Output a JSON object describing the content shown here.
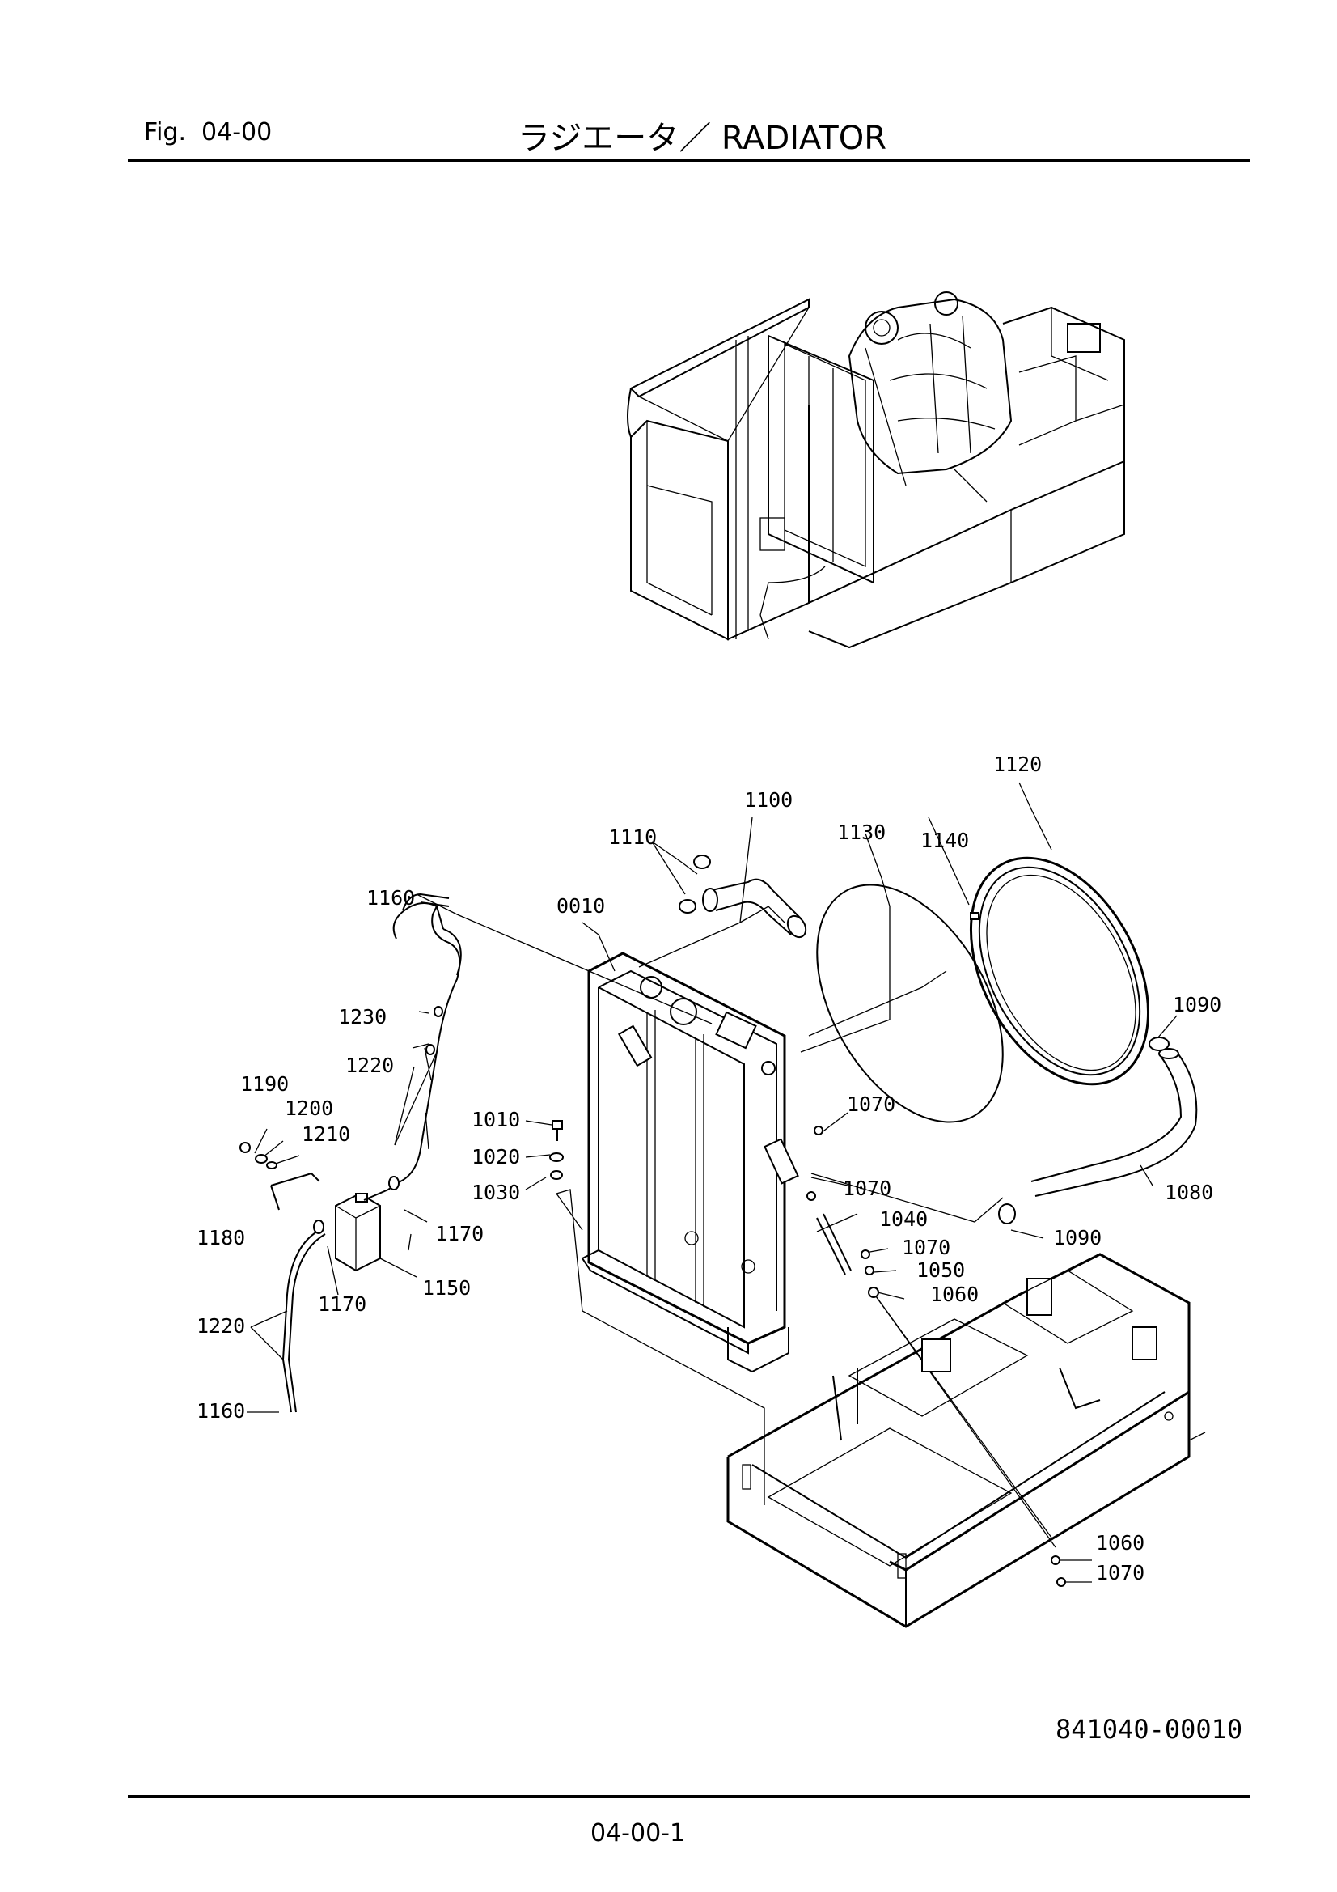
{
  "header": {
    "fig_label": "Fig.  04-00",
    "title": "ラジエータ／ RADIATOR"
  },
  "footer": {
    "drawing_number": "841040-00010",
    "page_number": "04-00-1"
  },
  "callouts": {
    "p0010": "0010",
    "p1010": "1010",
    "p1020": "1020",
    "p1030": "1030",
    "p1040": "1040",
    "p1050": "1050",
    "p1060a": "1060",
    "p1060b": "1060",
    "p1070a": "1070",
    "p1070b": "1070",
    "p1070c": "1070",
    "p1070d": "1070",
    "p1080": "1080",
    "p1090a": "1090",
    "p1090b": "1090",
    "p1100": "1100",
    "p1110": "1110",
    "p1120": "1120",
    "p1130": "1130",
    "p1140": "1140",
    "p1150": "1150",
    "p1160a": "1160",
    "p1160b": "1160",
    "p1170a": "1170",
    "p1170b": "1170",
    "p1180": "1180",
    "p1190": "1190",
    "p1200": "1200",
    "p1210": "1210",
    "p1220a": "1220",
    "p1220b": "1220",
    "p1230": "1230"
  }
}
